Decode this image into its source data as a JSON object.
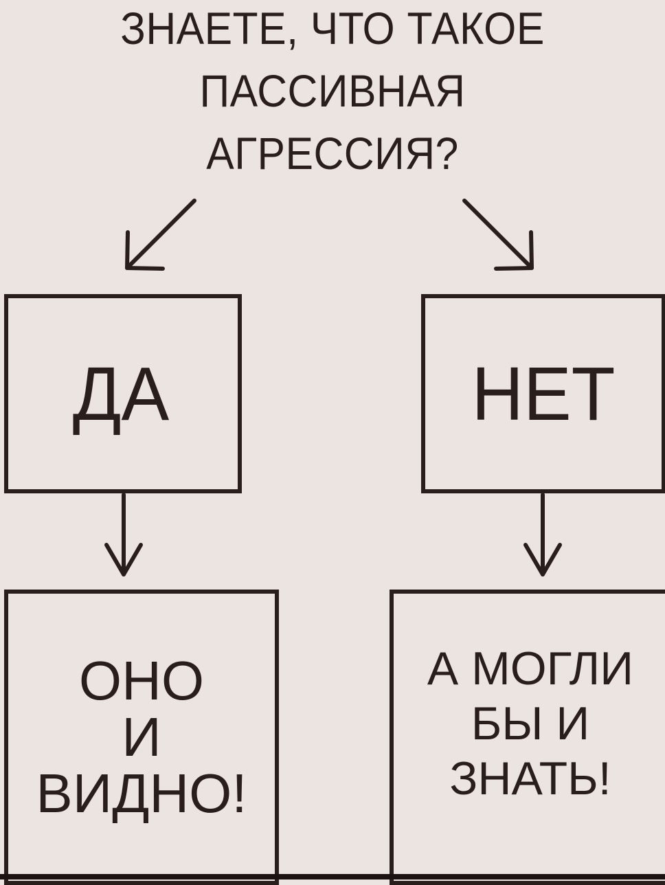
{
  "question": {
    "lines": [
      "ЗНАЕТЕ, ЧТО ТАКОЕ",
      "ПАССИВНАЯ",
      "АГРЕССИЯ?"
    ]
  },
  "answers": {
    "yes": "ДА",
    "no": "НЕТ"
  },
  "outcomes": {
    "yes": [
      "ОНО",
      "И",
      "ВИДНО!"
    ],
    "no": [
      "А МОГЛИ",
      "БЫ И",
      "ЗНАТЬ!"
    ]
  },
  "colors": {
    "background": "#ece4e0",
    "ink": "#2a1e1c"
  }
}
